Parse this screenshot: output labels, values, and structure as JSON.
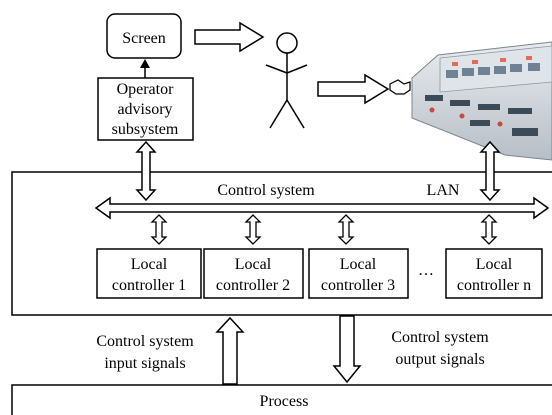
{
  "screen": {
    "label": "Screen"
  },
  "advisory": {
    "lines": [
      "Operator",
      "advisory",
      "subsystem"
    ]
  },
  "control_system": {
    "label": "Control system",
    "lan_label": "LAN"
  },
  "controllers": [
    {
      "line1": "Local",
      "line2": "controller 1"
    },
    {
      "line1": "Local",
      "line2": "controller 2"
    },
    {
      "line1": "Local",
      "line2": "controller 3"
    },
    {
      "line1": "Local",
      "line2": "controller n"
    }
  ],
  "ellipsis": "…",
  "input_signals": {
    "lines": [
      "Control system",
      "input signals"
    ]
  },
  "output_signals": {
    "lines": [
      "Control system",
      "output signals"
    ]
  },
  "process": {
    "label": "Process"
  },
  "colors": {
    "stroke": "#000000",
    "fill": "#ffffff",
    "panel": "#cfd4da",
    "panel_accent": "#8a9aa8"
  }
}
